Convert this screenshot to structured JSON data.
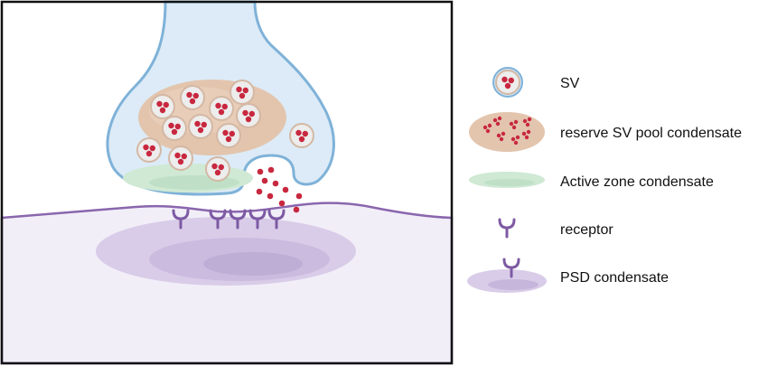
{
  "legend": {
    "sv": "SV",
    "reserve_pool": "reserve SV pool condensate",
    "active_zone": "Active zone condensate",
    "receptor": "receptor",
    "psd": "PSD condensate"
  },
  "colors": {
    "membrane_stroke": "#7fb2d8",
    "presynapse_fill": "#dcebf7",
    "reserve_pool_fill": "#e3c5ae",
    "sv_fill": "#eeeeee",
    "sv_cargo": "#c8283f",
    "active_zone_fill": "#cfe9d4",
    "postsynapse_fill": "#f1eef8",
    "postsynapse_stroke": "#8a66ad",
    "psd_fill": "#d9cce8",
    "receptor_color": "#7d5aa3",
    "border": "#111111"
  }
}
